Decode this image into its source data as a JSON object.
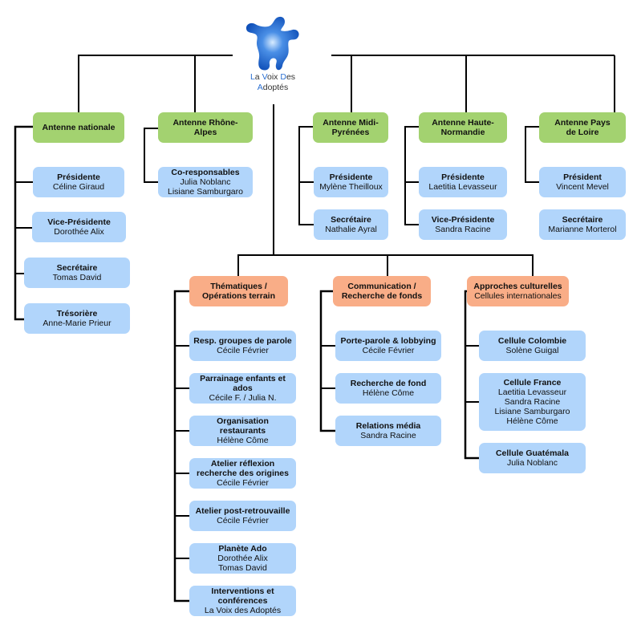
{
  "logo": {
    "icon": "puzzle-piece-person-icon",
    "line1": [
      "L",
      "a ",
      "V",
      "oix ",
      "D",
      "es"
    ],
    "line2": [
      "A",
      "doptés"
    ],
    "name": "La Voix Des Adoptés",
    "color": "#2a6fd1"
  },
  "colors": {
    "antenne": "#a3d270",
    "role": "#b1d5fb",
    "pole": "#f9ad87",
    "line": "#000000"
  },
  "antennes": [
    {
      "title": "Antenne nationale",
      "members": [
        {
          "role": "Présidente",
          "names": [
            "Céline Giraud"
          ]
        },
        {
          "role": "Vice-Présidente",
          "names": [
            "Dorothée Alix"
          ]
        },
        {
          "role": "Secrétaire",
          "names": [
            "Tomas David"
          ]
        },
        {
          "role": "Trésorière",
          "names": [
            "Anne-Marie Prieur"
          ]
        }
      ]
    },
    {
      "title": "Antenne Rhône-Alpes",
      "members": [
        {
          "role": "Co-responsables",
          "names": [
            "Julia Noblanc",
            "Lisiane Samburgaro"
          ]
        }
      ]
    },
    {
      "title": "Antenne Midi-Pyrénées",
      "members": [
        {
          "role": "Présidente",
          "names": [
            "Mylène Theilloux"
          ]
        },
        {
          "role": "Secrétaire",
          "names": [
            "Nathalie Ayral"
          ]
        }
      ]
    },
    {
      "title": "Antenne Haute-Normandie",
      "members": [
        {
          "role": "Présidente",
          "names": [
            "Laetitia Levasseur"
          ]
        },
        {
          "role": "Vice-Présidente",
          "names": [
            "Sandra Racine"
          ]
        }
      ]
    },
    {
      "title": "Antenne Pays de Loire",
      "members": [
        {
          "role": "Président",
          "names": [
            "Vincent Mevel"
          ]
        },
        {
          "role": "Secrétaire",
          "names": [
            "Marianne Morterol"
          ]
        }
      ]
    }
  ],
  "poles": [
    {
      "title": "Thématiques / Opérations terrain",
      "subtitle": "",
      "items": [
        {
          "role": "Resp. groupes de parole",
          "names": [
            "Cécile Février"
          ]
        },
        {
          "role": "Parrainage enfants et ados",
          "names": [
            "Cécile F. / Julia N."
          ]
        },
        {
          "role": "Organisation restaurants",
          "names": [
            "Hélène Côme"
          ]
        },
        {
          "role": "Atelier réflexion recherche des origines",
          "names": [
            "Cécile Février"
          ]
        },
        {
          "role": "Atelier post-retrouvaille",
          "names": [
            "Cécile Février"
          ]
        },
        {
          "role": "Planète Ado",
          "names": [
            "Dorothée Alix",
            "Tomas David"
          ]
        },
        {
          "role": "Interventions et conférences",
          "names": [
            "La Voix des Adoptés"
          ]
        }
      ]
    },
    {
      "title": "Communication / Recherche de fonds",
      "subtitle": "",
      "items": [
        {
          "role": "Porte-parole & lobbying",
          "names": [
            "Cécile Février"
          ]
        },
        {
          "role": "Recherche de fond",
          "names": [
            "Hélène Côme"
          ]
        },
        {
          "role": "Relations média",
          "names": [
            "Sandra Racine"
          ]
        }
      ]
    },
    {
      "title": "Approches culturelles",
      "subtitle": "Cellules internationales",
      "items": [
        {
          "role": "Cellule Colombie",
          "names": [
            "Solène Guigal"
          ]
        },
        {
          "role": "Cellule France",
          "names": [
            "Laetitia Levasseur",
            "Sandra Racine",
            "Lisiane Samburgaro",
            "Hélène Côme"
          ]
        },
        {
          "role": "Cellule Guatémala",
          "names": [
            "Julia Noblanc"
          ]
        }
      ]
    }
  ]
}
